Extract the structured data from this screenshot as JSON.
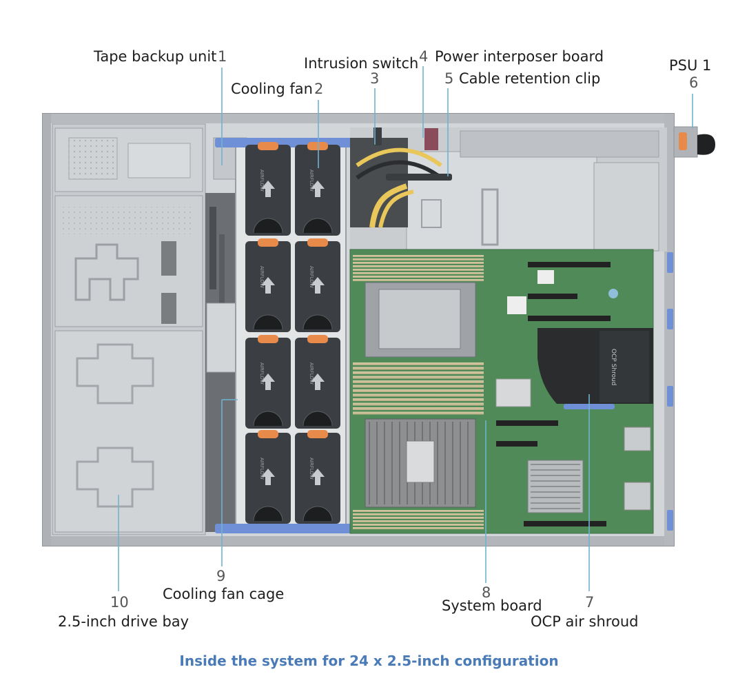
{
  "caption": "Inside the system for 24 x 2.5-inch configuration",
  "colors": {
    "caption": "#4a7bb7",
    "callout_line": "#6fb3cf",
    "chassis": "#c7cbcf",
    "board": "#4f8a58",
    "fan": "#3b3e42",
    "fan_tab": "#e88a4a",
    "latch": "#6f8fd6"
  },
  "fan_text": "AIRFLOW",
  "shroud_text": "OCP Shroud",
  "callouts": [
    {
      "id": "1",
      "number": "1",
      "label": "Tape backup unit"
    },
    {
      "id": "2",
      "number": "2",
      "label": "Cooling fan"
    },
    {
      "id": "3",
      "number": "3",
      "label": "Intrusion switch"
    },
    {
      "id": "4",
      "number": "4",
      "label": "Power interposer board"
    },
    {
      "id": "5",
      "number": "5",
      "label": "Cable retention clip"
    },
    {
      "id": "6",
      "number": "6",
      "label": "PSU 1"
    },
    {
      "id": "7",
      "number": "7",
      "label": "OCP air shroud"
    },
    {
      "id": "8",
      "number": "8",
      "label": "System board"
    },
    {
      "id": "9",
      "number": "9",
      "label": "Cooling fan cage"
    },
    {
      "id": "10",
      "number": "10",
      "label": "2.5-inch drive bay"
    }
  ]
}
